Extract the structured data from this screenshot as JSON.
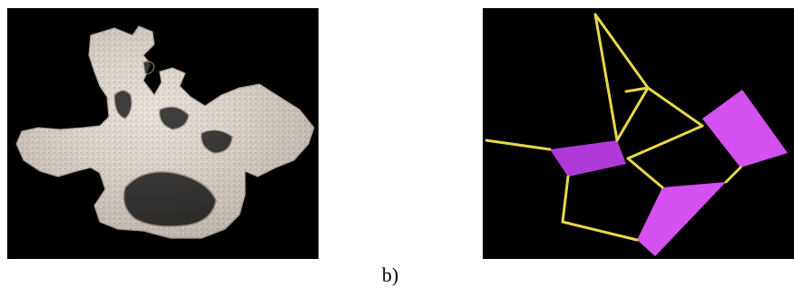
{
  "figure": {
    "caption": "b)"
  },
  "left_panel": {
    "background_color": "#000000",
    "object_color": "#d8cfc4",
    "content": "voxelized-porous-3d-object"
  },
  "right_panel": {
    "background_color": "#000000",
    "edge_color": "#e6d84a",
    "face_color": "#cc44ee",
    "content": "skeleton-graph-with-faces"
  }
}
